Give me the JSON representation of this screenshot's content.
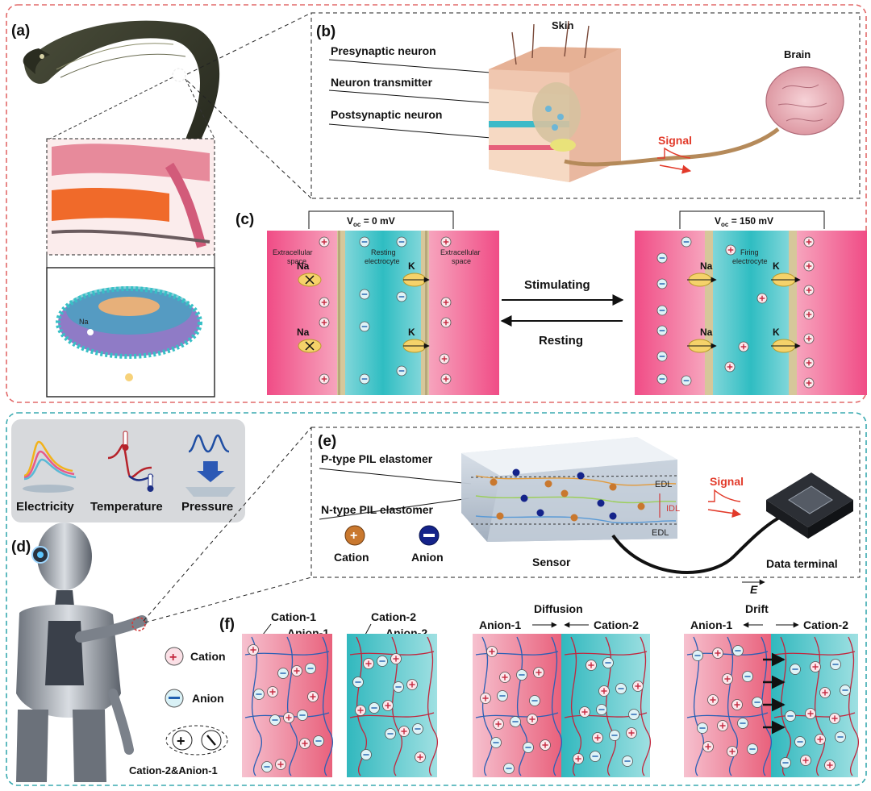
{
  "panels": {
    "a": "(a)",
    "b": "(b)",
    "c": "(c)",
    "d": "(d)",
    "e": "(e)",
    "f": "(f)"
  },
  "b": {
    "skin": "Skin",
    "brain": "Brain",
    "presynaptic": "Presynaptic neuron",
    "transmitter": "Neuron transmitter",
    "postsynaptic": "Postsynaptic neuron",
    "signal": "Signal"
  },
  "c": {
    "voc_left": "V",
    "voc_left_sub": "oc",
    "voc_left_val": " = 0 mV",
    "voc_right": "V",
    "voc_right_sub": "oc",
    "voc_right_val": " = 150 mV",
    "extracellular": "Extracellular",
    "space": "space",
    "resting": "Resting",
    "electrocyte": "electrocyte",
    "firing": "Firing",
    "stimulating": "Stimulating",
    "resting_arrow": "Resting",
    "na": "Na",
    "k": "K"
  },
  "d": {
    "electricity": "Electricity",
    "temperature": "Temperature",
    "pressure": "Pressure"
  },
  "e": {
    "ptype": "P-type PIL elastomer",
    "ntype": "N-type PIL elastomer",
    "cation": "Cation",
    "anion": "Anion",
    "sensor": "Sensor",
    "data_terminal": "Data terminal",
    "signal": "Signal",
    "edl": "EDL",
    "idl": "IDL"
  },
  "f": {
    "cation1": "Cation-1",
    "anion1": "Anion-1",
    "cation2": "Cation-2",
    "anion2": "Anion-2",
    "legend_cation": "Cation",
    "legend_anion": "Anion",
    "legend_pair": "Cation-2&Anion-1",
    "diffusion": "Diffusion",
    "drift": "Drift",
    "efield": "E",
    "anion1_arrow": "Anion-1",
    "cation2_arrow": "Cation-2",
    "anion1_arrow2": "Anion-1",
    "cation2_arrow2": "Cation-2"
  },
  "colors": {
    "pink": "#ee4f86",
    "teal": "#2dbac0",
    "red_dash": "#e26a6a",
    "teal_dash": "#3aaab0",
    "signal": "#e23a2a"
  }
}
